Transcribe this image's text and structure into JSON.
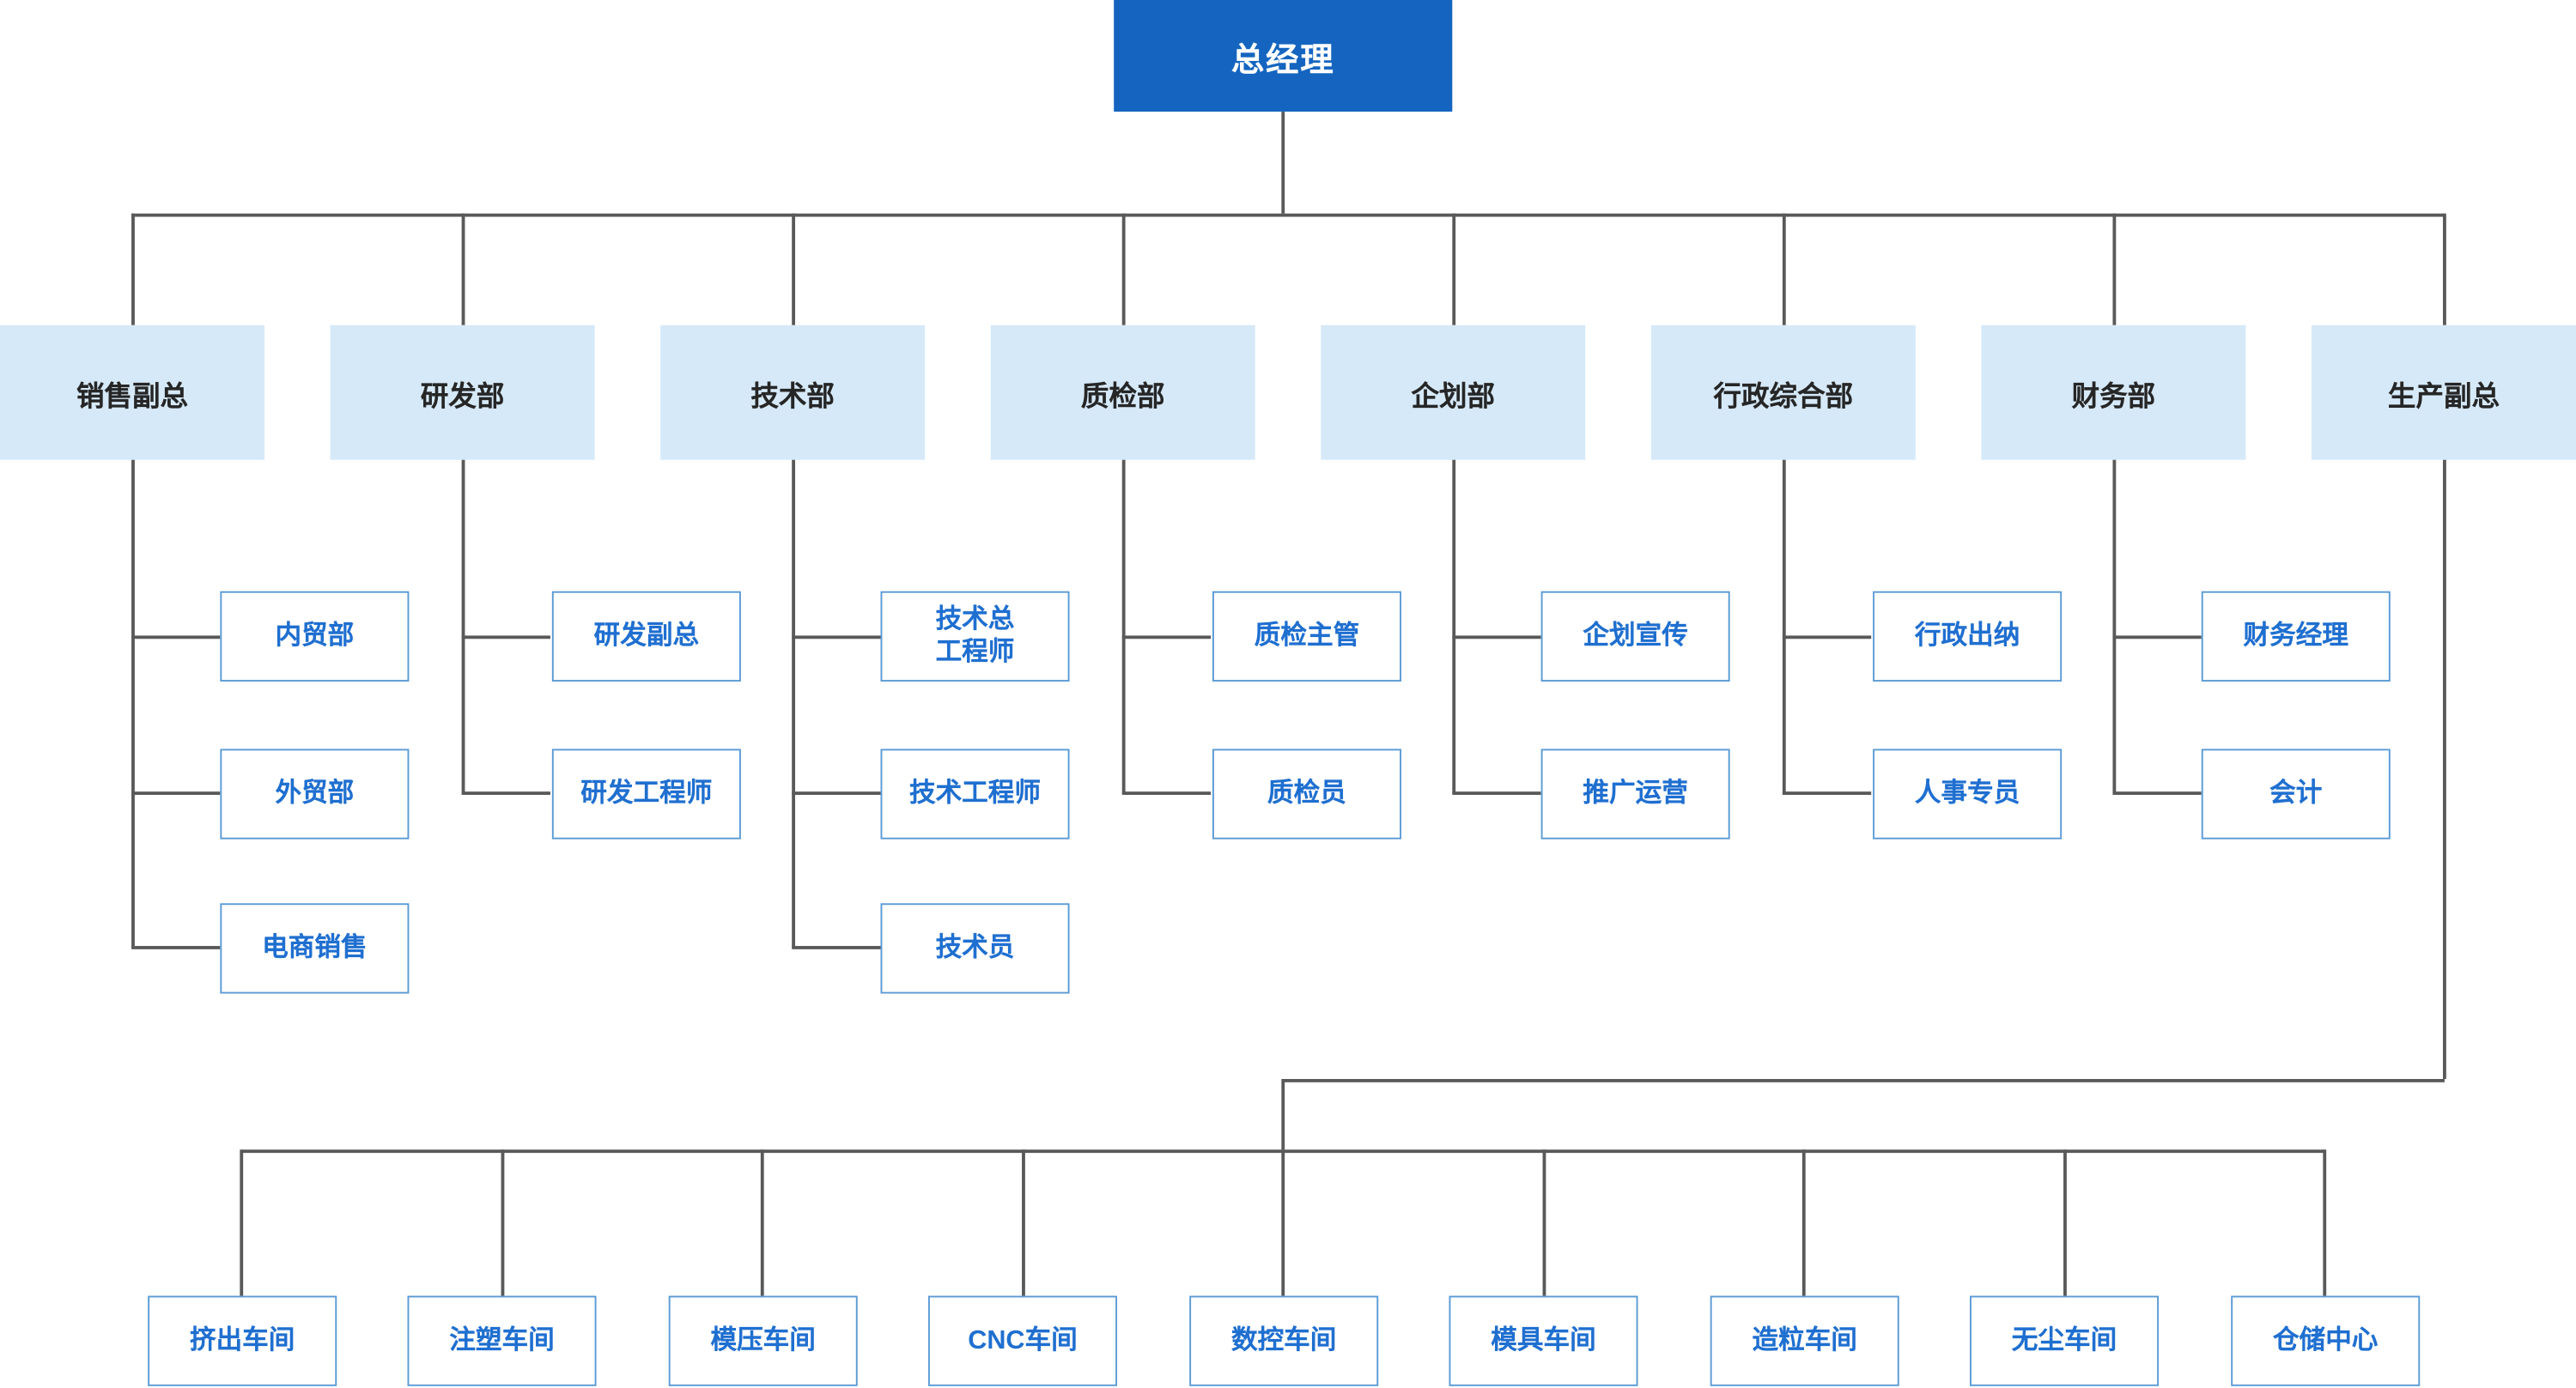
{
  "org": {
    "root": "总经理",
    "departments": [
      {
        "label": "销售副总",
        "children": [
          "内贸部",
          "外贸部",
          "电商销售"
        ]
      },
      {
        "label": "研发部",
        "children": [
          "研发副总",
          "研发工程师"
        ]
      },
      {
        "label": "技术部",
        "children": [
          "技术总\n工程师",
          "技术工程师",
          "技术员"
        ]
      },
      {
        "label": "质检部",
        "children": [
          "质检主管",
          "质检员"
        ]
      },
      {
        "label": "企划部",
        "children": [
          "企划宣传",
          "推广运营"
        ]
      },
      {
        "label": "行政综合部",
        "children": [
          "行政出纳",
          "人事专员"
        ]
      },
      {
        "label": "财务部",
        "children": [
          "财务经理",
          "会计"
        ]
      },
      {
        "label": "生产副总",
        "children": []
      }
    ],
    "workshops": [
      "挤出车间",
      "注塑车间",
      "模压车间",
      "CNC车间",
      "数控车间",
      "模具车间",
      "造粒车间",
      "无尘车间",
      "仓储中心"
    ]
  },
  "colors": {
    "root-bg": "#1565C0",
    "root-text": "#FFFFFF",
    "dept-bg": "#D6E9F8",
    "dept-text": "#262626",
    "child-border": "#5B9BD5",
    "child-text": "#1F6FD0",
    "line": "#595959",
    "canvas-bg": "#FFFFFF"
  }
}
